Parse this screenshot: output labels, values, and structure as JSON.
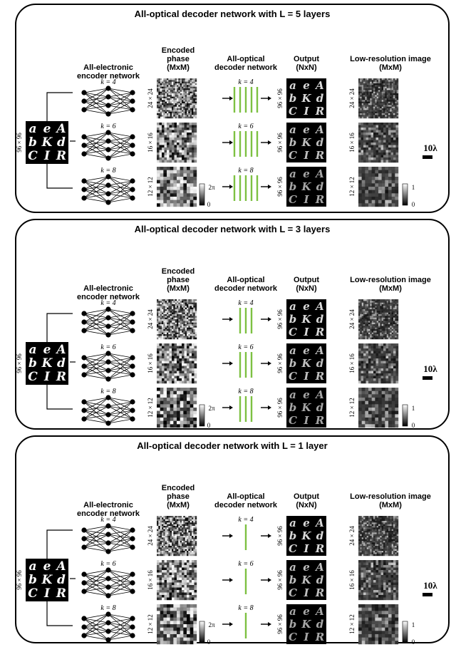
{
  "panels": [
    {
      "title": "All-optical decoder network with L = 5 layers",
      "layers": 5
    },
    {
      "title": "All-optical decoder network with L = 3 layers",
      "layers": 3
    },
    {
      "title": "All-optical decoder network with L = 1 layer",
      "layers": 1
    }
  ],
  "headers": {
    "encoder": [
      "All-electronic",
      "encoder network"
    ],
    "phase": [
      "Encoded",
      "phase",
      "(MxM)"
    ],
    "decoder": [
      "All-optical",
      "decoder network"
    ],
    "output": [
      "Output",
      "(NxN)"
    ],
    "lowres": [
      "Low-resolution image",
      "(MxM)"
    ]
  },
  "input_size": "96 × 96",
  "rows": [
    {
      "k": "k = 4",
      "m": "24 × 24",
      "n": "96 × 96"
    },
    {
      "k": "k = 6",
      "m": "16 × 16",
      "n": "96 × 96"
    },
    {
      "k": "k = 8",
      "m": "12 × 12",
      "n": "96 × 96"
    }
  ],
  "input_glyphs": [
    "a",
    "e",
    "A",
    "b",
    "K",
    "d",
    "C",
    "I",
    "R"
  ],
  "phase_colorbar": {
    "max": "2π",
    "min": "0"
  },
  "intensity_colorbar": {
    "max": "1",
    "min": "0"
  },
  "scale_bar": "10λ",
  "colors": {
    "layer": "#7dc142",
    "frame": "#000000"
  }
}
